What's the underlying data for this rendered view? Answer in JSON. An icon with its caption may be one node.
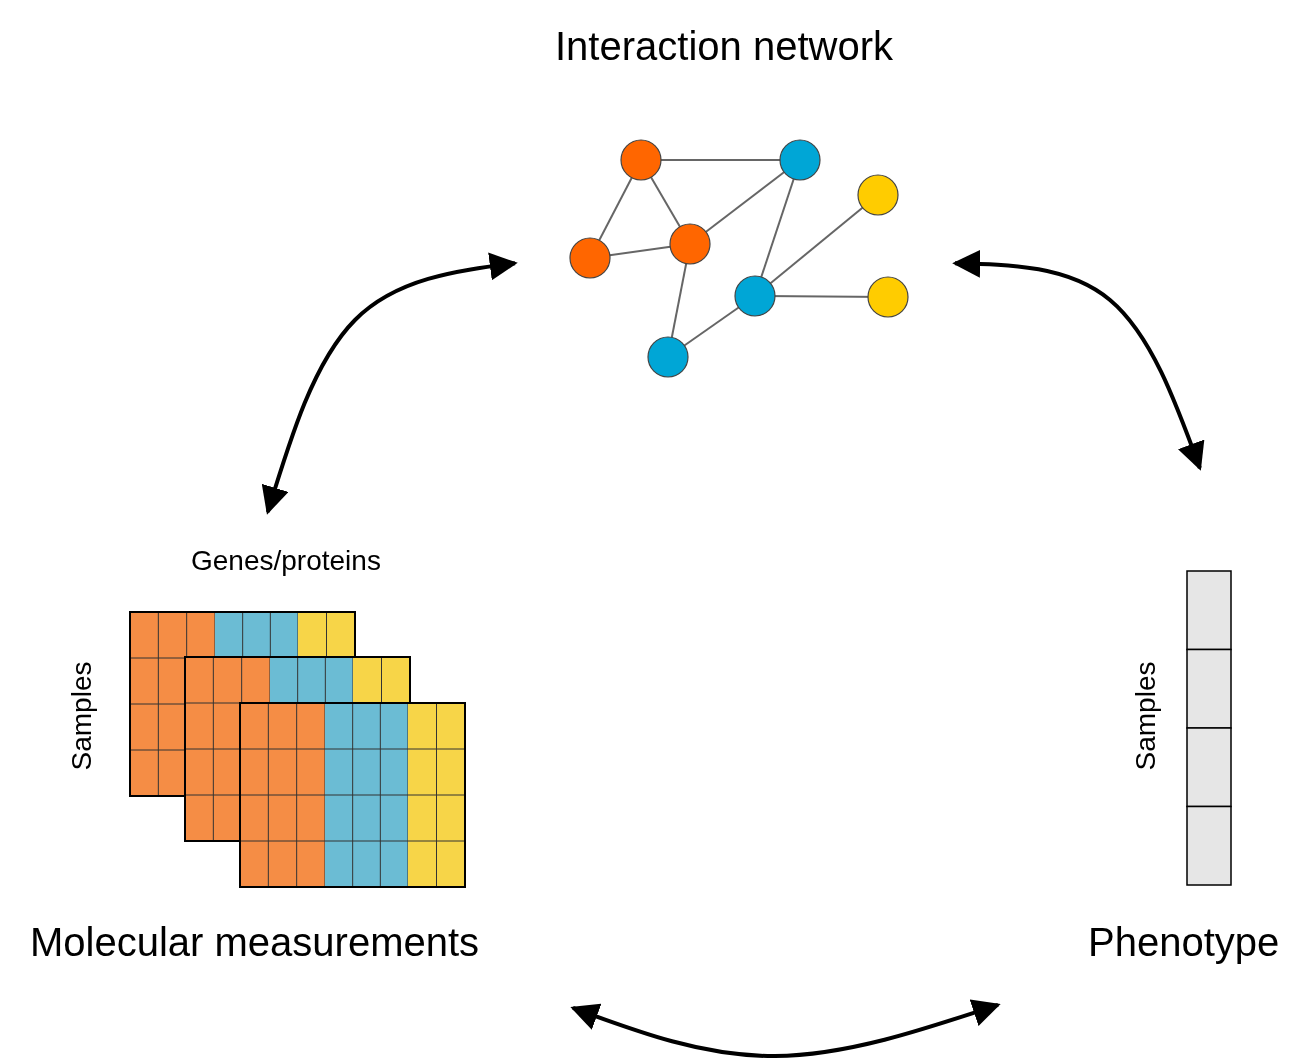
{
  "diagram": {
    "nodes": [
      {
        "text": [
          "Interaction network"
        ]
      },
      {
        "text": [
          "Molecular measurements"
        ]
      },
      {
        "text": [
          "Phenotype"
        ]
      }
    ],
    "edges": [
      {
        "from": 1,
        "to": 0,
        "arrow": "both"
      },
      {
        "from": 0,
        "to": 2,
        "arrow": "both"
      },
      {
        "from": 1,
        "to": 2,
        "arrow": "both"
      }
    ],
    "labels": [
      "Genes/proteins",
      "Samples",
      "Samples"
    ]
  }
}
